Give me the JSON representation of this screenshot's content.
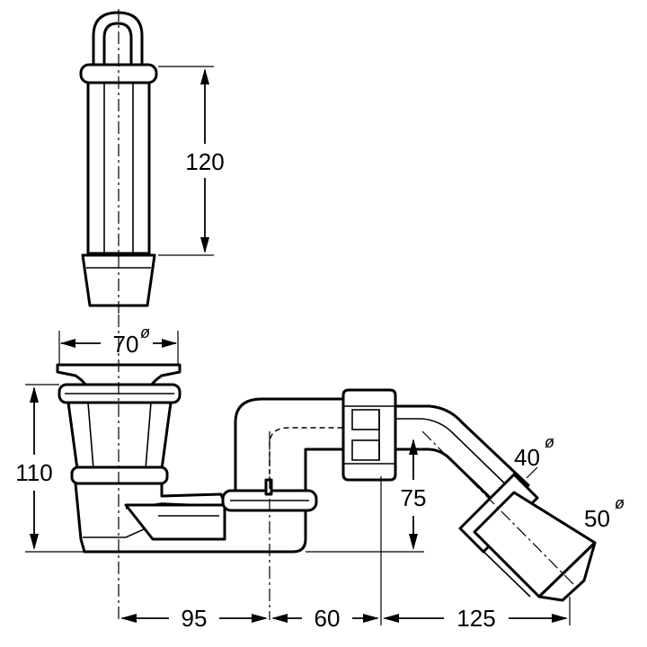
{
  "dimensions": {
    "standpipe_height": "120",
    "inlet_diameter": "70",
    "trap_height": "110",
    "outlet_height": "75",
    "outlet_diameter_small": "40",
    "outlet_diameter_large": "50",
    "horizontal_1": "95",
    "horizontal_2": "60",
    "horizontal_3": "125"
  },
  "diameter_symbol": "ø",
  "colors": {
    "line": "#000000",
    "background": "#ffffff"
  }
}
